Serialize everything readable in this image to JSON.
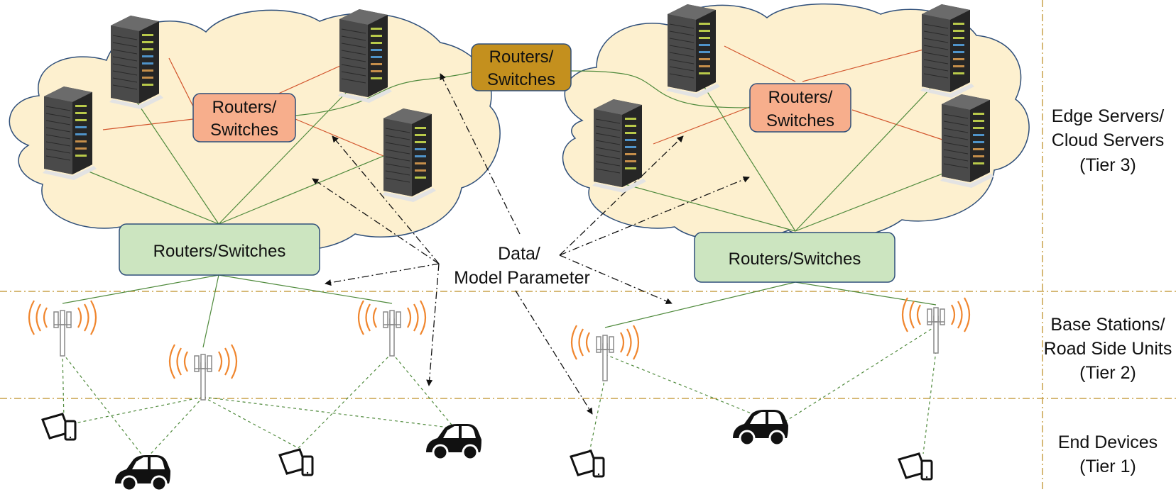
{
  "colors": {
    "cloud_fill": "#fdf0cf",
    "cloud_stroke": "#2f4f7a",
    "router_orange_fill": "#f7ae8c",
    "router_gold_fill": "#c4901e",
    "router_green_fill": "#cce5c0",
    "box_stroke": "#2f4f7a",
    "tier_divider": "#c9a24a",
    "link_red": "#d2552d",
    "link_green": "#4f8a3c",
    "link_dashed_green": "#4f8a3c",
    "antenna_waves": "#f0862e",
    "device": "#111111"
  },
  "tiers": [
    {
      "lines": [
        "Edge Servers/",
        "Cloud Servers",
        "(Tier 3)"
      ]
    },
    {
      "lines": [
        "Base Stations/",
        "Road Side Units",
        "(Tier 2)"
      ]
    },
    {
      "lines": [
        "End Devices",
        "(Tier 1)"
      ]
    }
  ],
  "routers": {
    "left_cloud_core": {
      "lines": [
        "Routers/",
        "Switches"
      ]
    },
    "backbone": {
      "lines": [
        "Routers/",
        "Switches"
      ]
    },
    "right_cloud_core": {
      "lines": [
        "Routers/",
        "Switches"
      ]
    },
    "left_gateway": {
      "lines": [
        "Routers/Switches"
      ]
    },
    "right_gateway": {
      "lines": [
        "Routers/Switches"
      ]
    }
  },
  "center_label": {
    "lines": [
      "Data/",
      "Model Parameter"
    ]
  },
  "icons": {
    "server": "server-rack-icon",
    "base_station": "cell-tower-icon",
    "car": "car-icon",
    "tablet_phone": "tablet-phone-icon"
  }
}
